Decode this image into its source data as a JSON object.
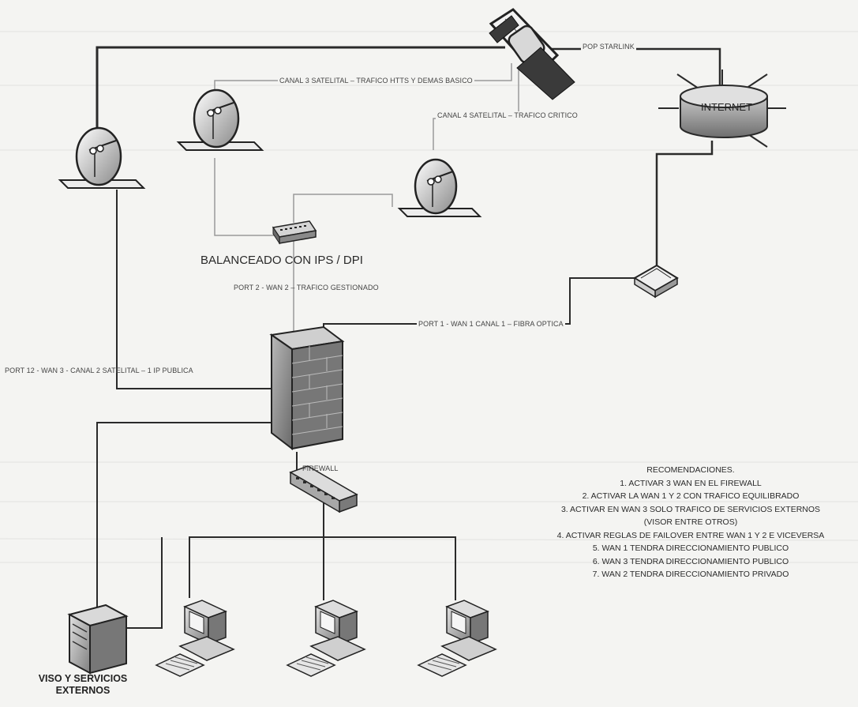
{
  "labels": {
    "pop_starlink": "POP STARLINK",
    "canal3": "CANAL 3 SATELITAL  – TRAFICO HTTS Y DEMAS BASICO",
    "canal4": "CANAL 4 SATELITAL – TRAFICO CRITICO",
    "internet": "INTERNET",
    "balanceado": "BALANCEADO CON IPS / DPI",
    "port2": "PORT 2 - WAN 2 – TRAFICO GESTIONADO",
    "port1": "PORT 1 - WAN 1 CANAL 1 – FIBRA OPTICA",
    "port12": "PORT 12 - WAN 3 - CANAL 2 SATELITAL – 1 IP PUBLICA",
    "firewall": "FIREWALL",
    "viso_line1": "VISO Y SERVICIOS",
    "viso_line2": "EXTERNOS"
  },
  "recommendations": {
    "title": "RECOMENDACIONES.",
    "items": [
      "1. ACTIVAR 3 WAN EN EL FIREWALL",
      "2. ACTIVAR LA WAN 1 Y 2 CON TRAFICO EQUILIBRADO",
      "3. ACTIVAR EN WAN 3 SOLO TRAFICO DE SERVICIOS EXTERNOS",
      "(VISOR ENTRE OTROS)",
      "4. ACTIVAR REGLAS DE FAILOVER ENTRE WAN 1 Y 2 E VICEVERSA",
      "5. WAN 1 TENDRA DIRECCIONAMIENTO PUBLICO",
      "6. WAN 3 TENDRA DIRECCIONAMIENTO PUBLICO",
      "7. WAN 2 TENDRA DIRECCIONAMIENTO PRIVADO"
    ]
  },
  "colors": {
    "background": "#f4f4f2",
    "line_dark": "#2a2a2a",
    "line_light": "#9a9a9a"
  }
}
